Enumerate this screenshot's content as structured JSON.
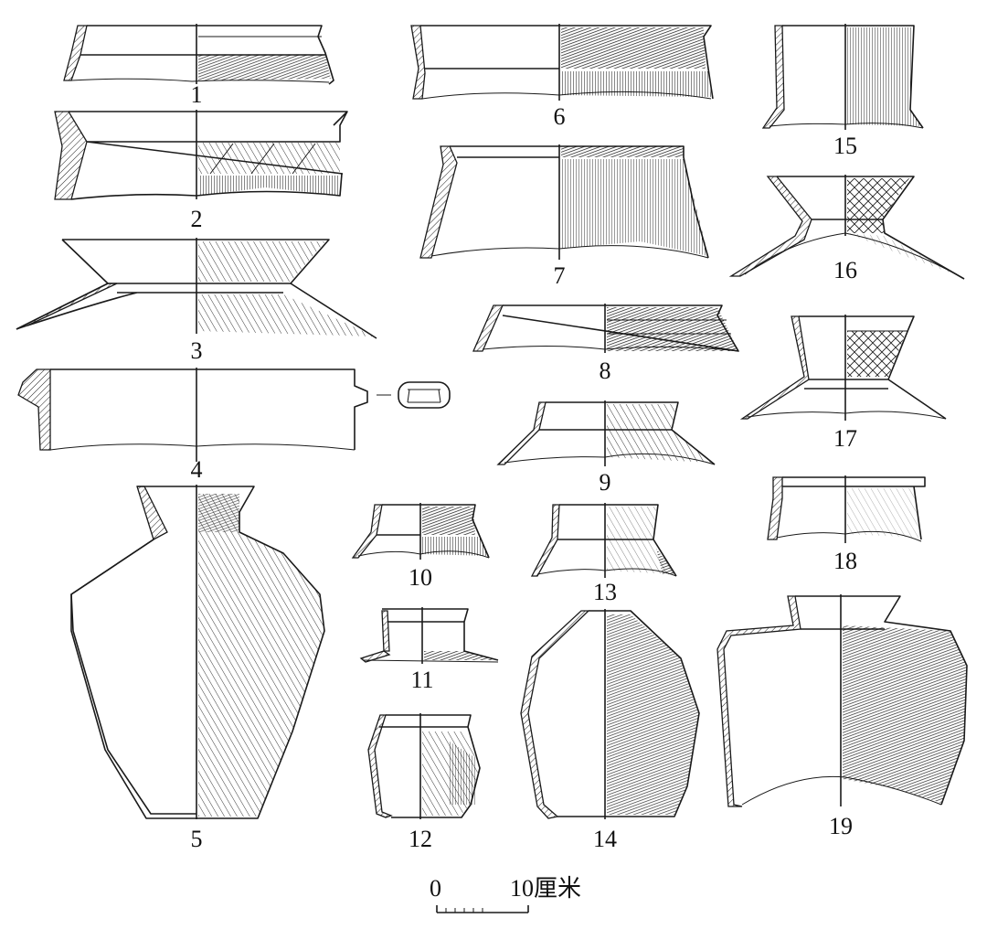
{
  "figure_labels": [
    "1",
    "2",
    "3",
    "4",
    "5",
    "6",
    "7",
    "8",
    "9",
    "10",
    "11",
    "12",
    "13",
    "14",
    "15",
    "16",
    "17",
    "18",
    "19"
  ],
  "scale_bar": {
    "zero": "0",
    "end": "10厘米"
  }
}
